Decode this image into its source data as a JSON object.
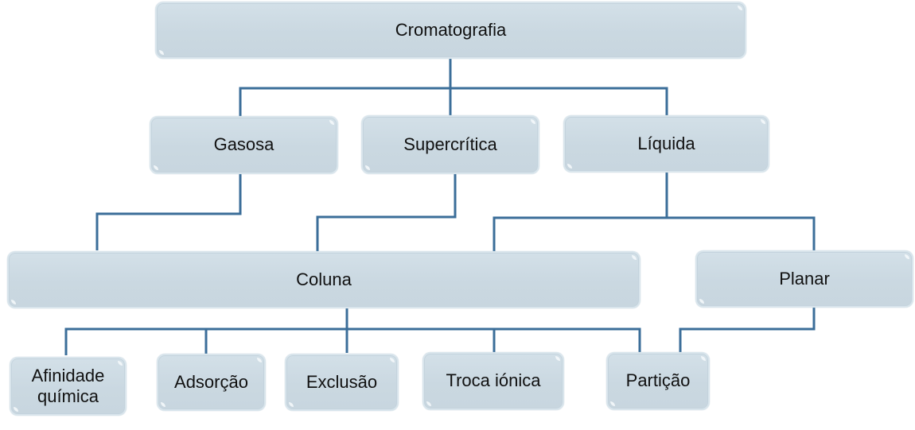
{
  "diagram": {
    "line_color": "#3b6e99",
    "node_color": "#cbd9e2",
    "nodes": {
      "root": "Cromatografia",
      "gasosa": "Gasosa",
      "supercritica": "Supercrítica",
      "liquida": "Líquida",
      "coluna": "Coluna",
      "planar": "Planar",
      "afinidade": "Afinidade química",
      "adsorcao": "Adsorção",
      "exclusao": "Exclusão",
      "troca": "Troca iónica",
      "particao": "Partição"
    },
    "edges": [
      [
        "root",
        "gasosa"
      ],
      [
        "root",
        "supercritica"
      ],
      [
        "root",
        "liquida"
      ],
      [
        "gasosa",
        "coluna"
      ],
      [
        "supercritica",
        "coluna"
      ],
      [
        "liquida",
        "coluna"
      ],
      [
        "liquida",
        "planar"
      ],
      [
        "coluna",
        "afinidade"
      ],
      [
        "coluna",
        "adsorcao"
      ],
      [
        "coluna",
        "exclusao"
      ],
      [
        "coluna",
        "troca"
      ],
      [
        "coluna",
        "particao"
      ],
      [
        "planar",
        "particao"
      ]
    ]
  }
}
